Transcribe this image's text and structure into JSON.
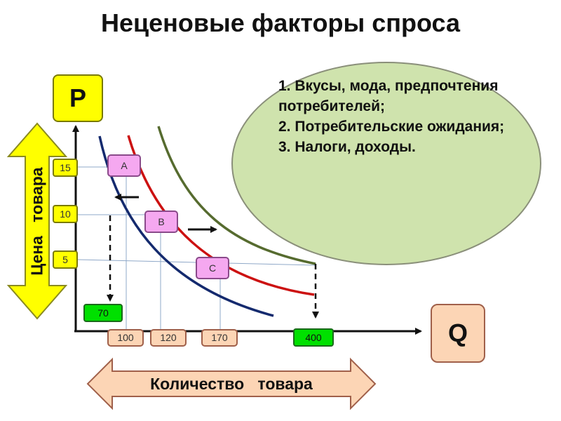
{
  "title": "Неценовые факторы спроса",
  "axes": {
    "y_letter": "P",
    "x_letter": "Q"
  },
  "y_axis_label": "Цена   товара",
  "x_axis_label": "Количество   товара",
  "price_ticks": [
    "15",
    "10",
    "5"
  ],
  "quantity_ticks": [
    "100",
    "120",
    "170"
  ],
  "shifted_quantities": {
    "left": "70",
    "right": "400"
  },
  "points": [
    "A",
    "B",
    "C"
  ],
  "factors_text": "1. Вкусы, мода, предпочтения потребителей;\n2. Потребительские ожидания;\n3. Налоги, доходы.",
  "colors": {
    "curve_left": "#142a6e",
    "curve_base": "#cc1111",
    "curve_right": "#566b2f",
    "axis": "#111111",
    "guide": "#8fa8c8",
    "yellow": "#ffff00",
    "peach": "#fcd5b5",
    "green": "#00e000",
    "pink": "#f5a8f0",
    "ellipse": "#cfe3ad"
  }
}
